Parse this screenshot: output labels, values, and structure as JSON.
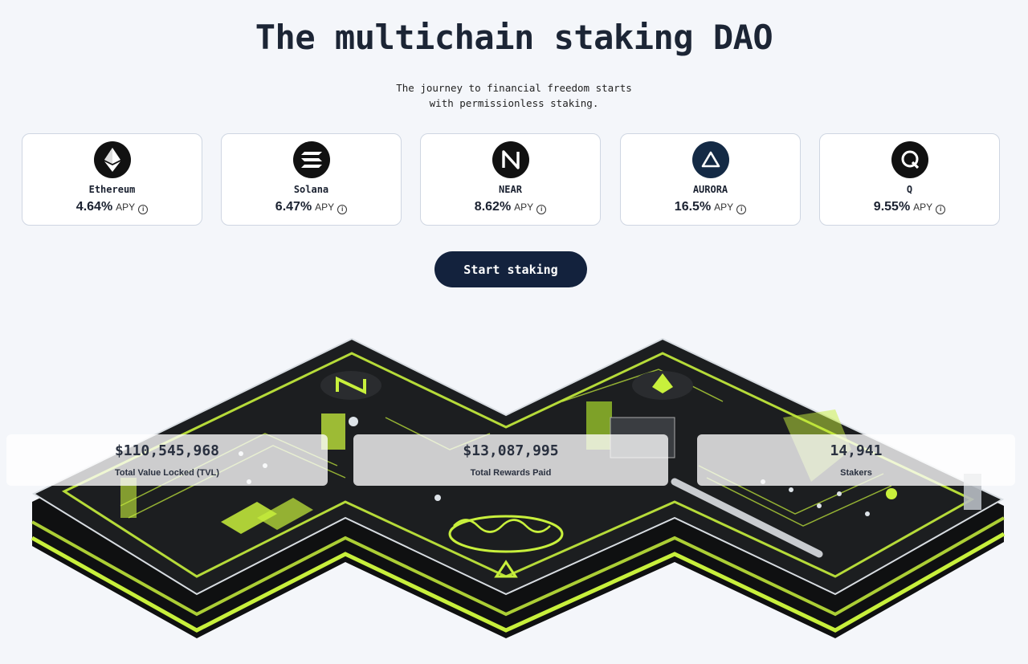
{
  "hero": {
    "title": "The multichain staking DAO",
    "subtitle_line1": "The journey to financial freedom starts",
    "subtitle_line2": "with permissionless staking."
  },
  "chains": [
    {
      "name": "Ethereum",
      "apy": "4.64%",
      "apy_label": "APY",
      "icon": "ethereum-icon"
    },
    {
      "name": "Solana",
      "apy": "6.47%",
      "apy_label": "APY",
      "icon": "solana-icon"
    },
    {
      "name": "NEAR",
      "apy": "8.62%",
      "apy_label": "APY",
      "icon": "near-icon"
    },
    {
      "name": "AURORA",
      "apy": "16.5%",
      "apy_label": "APY",
      "icon": "aurora-icon"
    },
    {
      "name": "Q",
      "apy": "9.55%",
      "apy_label": "APY",
      "icon": "q-icon"
    }
  ],
  "cta": {
    "label": "Start staking"
  },
  "stats": [
    {
      "value": "$110,545,968",
      "label": "Total Value Locked (TVL)"
    },
    {
      "value": "$13,087,995",
      "label": "Total Rewards Paid"
    },
    {
      "value": "14,941",
      "label": "Stakers"
    }
  ],
  "colors": {
    "accent_navy": "#13223d",
    "neon": "#c8f03c",
    "scene_dark": "#1a1c1e"
  }
}
